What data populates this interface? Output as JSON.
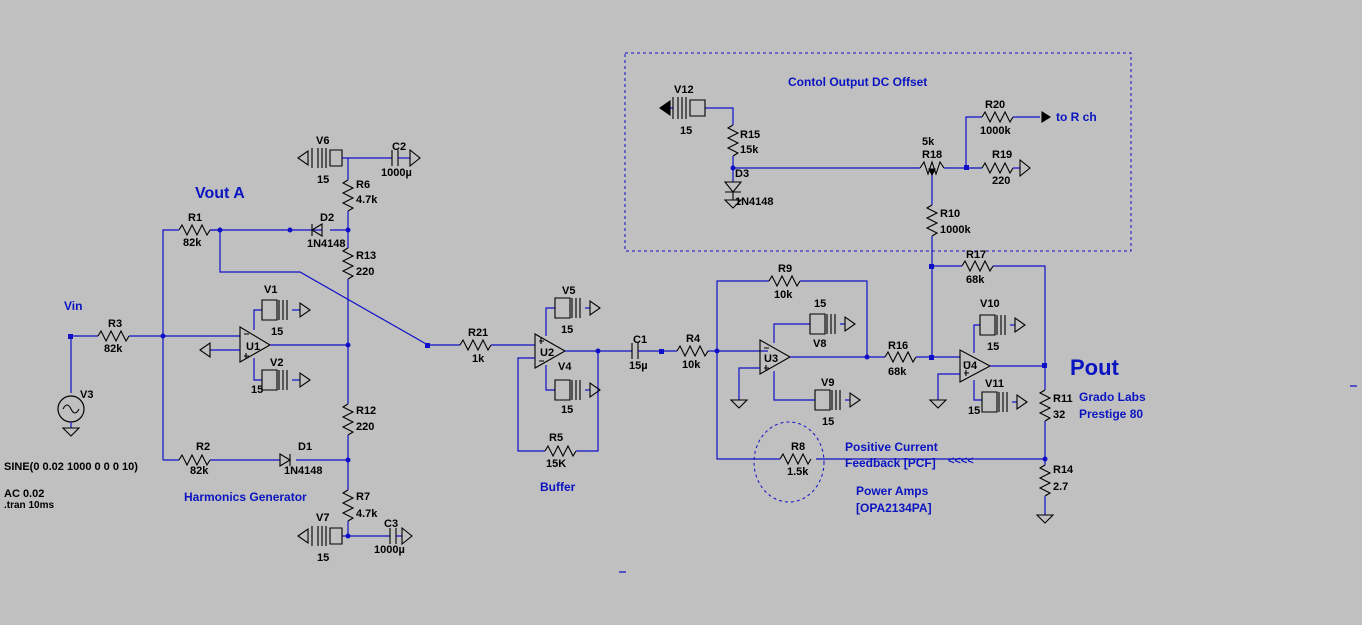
{
  "schematic": {
    "title_dc_offset": "Contol Output DC Offset",
    "to_r_ch": "to R ch",
    "vout_a": "Vout A",
    "vin": "Vin",
    "pout": "Pout",
    "load_line1": "Grado Labs",
    "load_line2": "Prestige 80",
    "harmonics": "Harmonics Generator",
    "buffer": "Buffer",
    "pcf_line1": "Positive Current",
    "pcf_line2": "Feedback [PCF]",
    "pcf_arrows": "<<<<",
    "power_amps_line1": "Power Amps",
    "power_amps_line2": "[OPA2134PA]",
    "source_line1": "SINE(0 0.02 1000 0 0 0 10)",
    "source_line2": "AC 0.02",
    "source_line3": ".tran 10ms"
  },
  "components": {
    "V12": {
      "name": "V12",
      "value": "15"
    },
    "R15": {
      "name": "R15",
      "value": "15k"
    },
    "D3": {
      "name": "D3",
      "value": "1N4148"
    },
    "R18": {
      "name": "R18",
      "value": "5k"
    },
    "R20": {
      "name": "R20",
      "value": "1000k"
    },
    "R19": {
      "name": "R19",
      "value": "220"
    },
    "R10": {
      "name": "R10",
      "value": "1000k"
    },
    "V6": {
      "name": "V6",
      "value": "15"
    },
    "C2": {
      "name": "C2",
      "value": "1000µ"
    },
    "R6": {
      "name": "R6",
      "value": "4.7k"
    },
    "D2": {
      "name": "D2",
      "value": "1N4148"
    },
    "R1": {
      "name": "R1",
      "value": "82k"
    },
    "R13": {
      "name": "R13",
      "value": "220"
    },
    "V1": {
      "name": "V1",
      "value": "15"
    },
    "U1": {
      "name": "U1"
    },
    "V2": {
      "name": "V2",
      "value": "15"
    },
    "R3": {
      "name": "R3",
      "value": "82k"
    },
    "V3": {
      "name": "V3"
    },
    "R12": {
      "name": "R12",
      "value": "220"
    },
    "R2": {
      "name": "R2",
      "value": "82k"
    },
    "D1": {
      "name": "D1",
      "value": "1N4148"
    },
    "R7": {
      "name": "R7",
      "value": "4.7k"
    },
    "V7": {
      "name": "V7",
      "value": "15"
    },
    "C3": {
      "name": "C3",
      "value": "1000µ"
    },
    "R21": {
      "name": "R21",
      "value": "1k"
    },
    "V5": {
      "name": "V5",
      "value": "15"
    },
    "U2": {
      "name": "U2"
    },
    "V4": {
      "name": "V4",
      "value": "15"
    },
    "R5": {
      "name": "R5",
      "value": "15K"
    },
    "C1": {
      "name": "C1",
      "value": "15µ"
    },
    "R4": {
      "name": "R4",
      "value": "10k"
    },
    "R9": {
      "name": "R9",
      "value": "10k"
    },
    "V8": {
      "name": "V8",
      "value": "15"
    },
    "U3": {
      "name": "U3"
    },
    "V9": {
      "name": "V9",
      "value": "15"
    },
    "R8": {
      "name": "R8",
      "value": "1.5k"
    },
    "R16": {
      "name": "R16",
      "value": "68k"
    },
    "R17": {
      "name": "R17",
      "value": "68k"
    },
    "V10": {
      "name": "V10",
      "value": "15"
    },
    "U4": {
      "name": "U4"
    },
    "V11": {
      "name": "V11",
      "value": "15"
    },
    "R11": {
      "name": "R11",
      "value": "32"
    },
    "R14": {
      "name": "R14",
      "value": "2.7"
    }
  },
  "colors": {
    "background": "#c0c0c0",
    "wire": "#1010c8",
    "part": "#000000",
    "label": "#0a14c0"
  }
}
